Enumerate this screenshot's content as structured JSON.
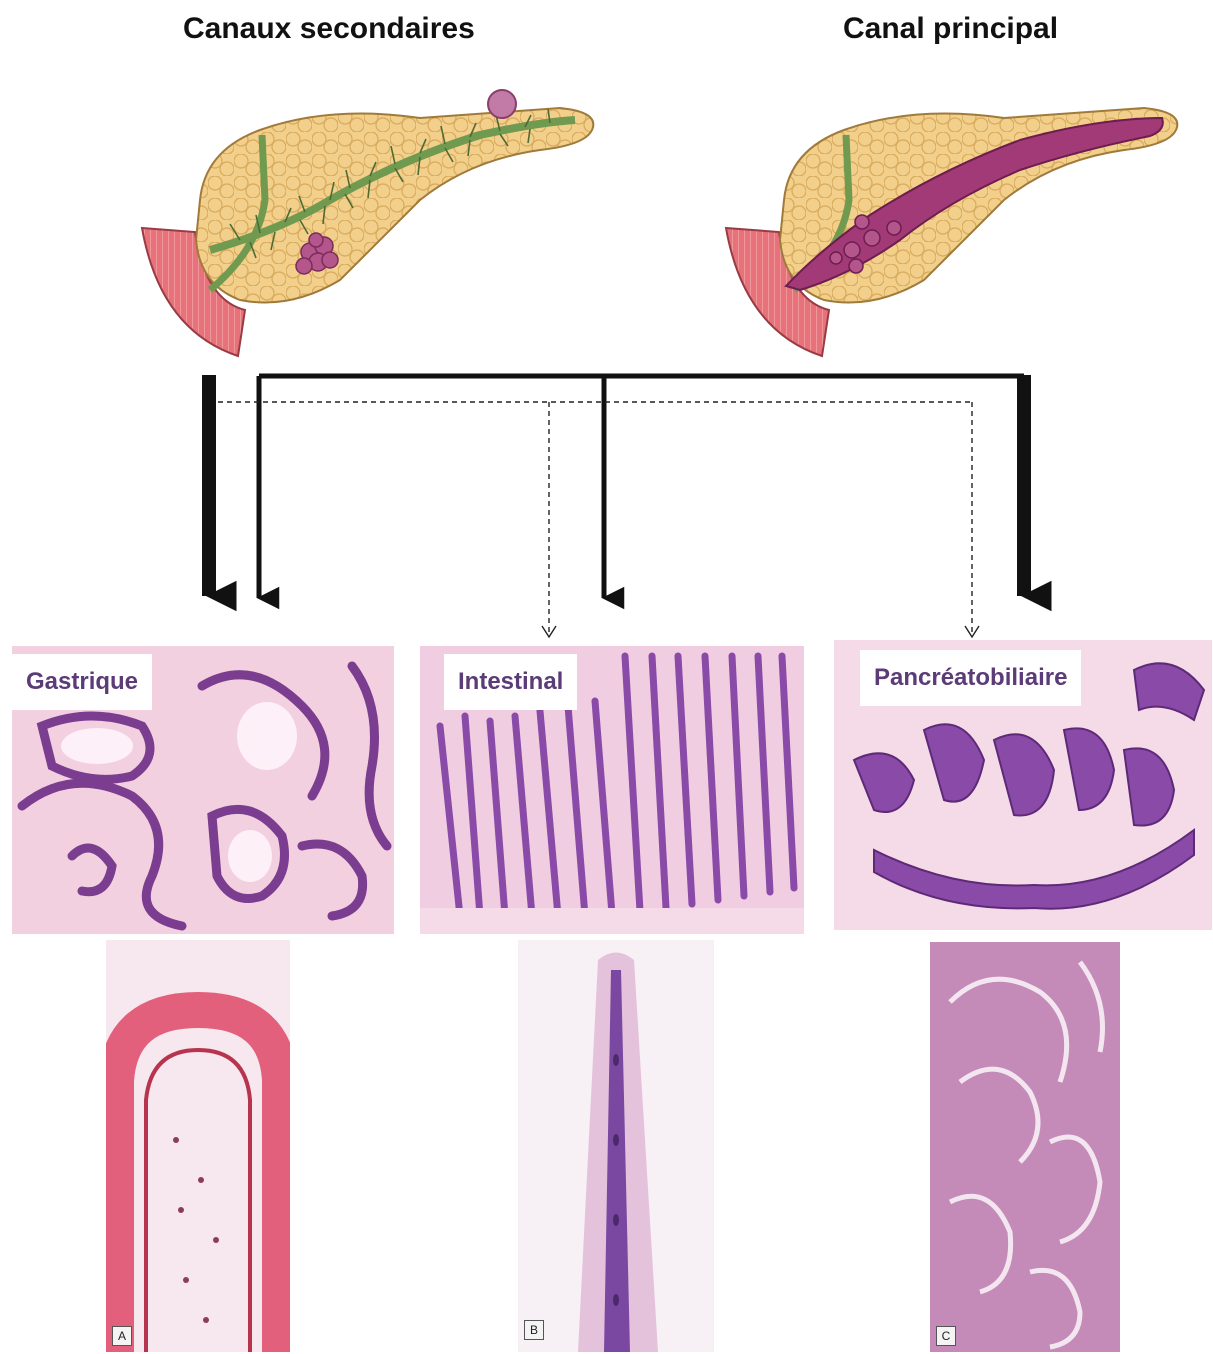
{
  "titles": {
    "left": "Canaux secondaires",
    "right": "Canal principal"
  },
  "subtypes": {
    "gastric": "Gastrique",
    "intestinal": "Intestinal",
    "pancreatobiliary": "Pancréatobiliaire"
  },
  "panel_letters": {
    "a": "A",
    "b": "B",
    "c": "C"
  },
  "colors": {
    "pancreas": "#f2cf8a",
    "duct_green": "#6f9a4f",
    "dilated_duct": "#a33a78",
    "duodenum": "#e8727a",
    "he_purple": "#8a4a9a",
    "he_pink": "#e9a0c8",
    "label_text": "#5b3b78"
  }
}
